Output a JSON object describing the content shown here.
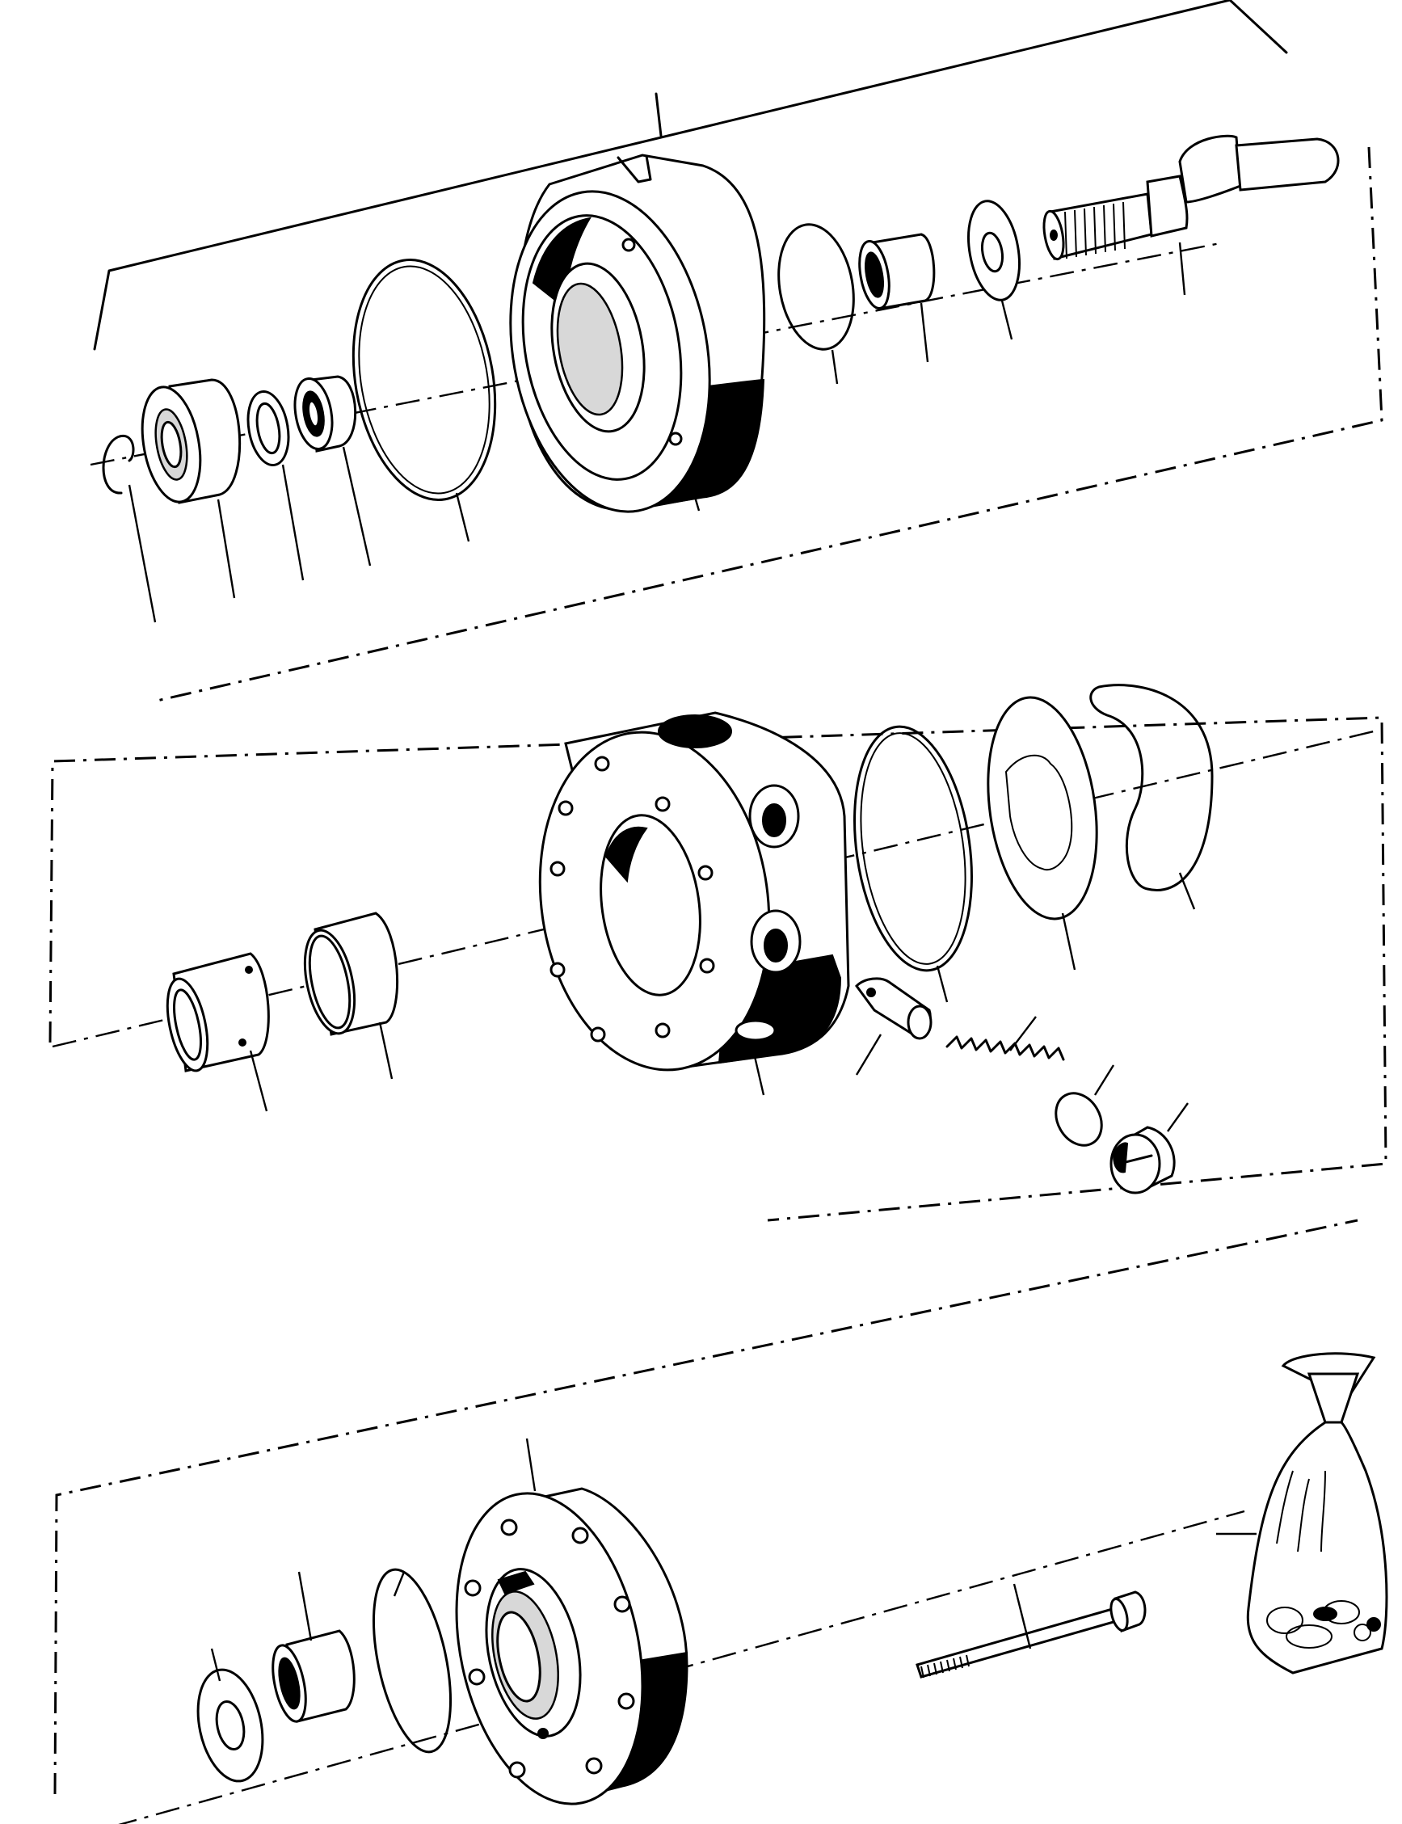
{
  "drawing": {
    "kind": "exploded parts view",
    "colors": {
      "ink": "#000000",
      "paper": "#ffffff"
    },
    "sections": [
      {
        "id": "upper-assembly",
        "parts": [
          "circlip",
          "ball-bearing",
          "washer",
          "needle-bearing-small",
          "o-ring-large",
          "front-housing",
          "o-ring-small",
          "needle-bearing",
          "thrust-washer",
          "drive-shaft"
        ]
      },
      {
        "id": "middle-assembly",
        "parts": [
          "bushing-1",
          "bushing-2",
          "center-housing",
          "seal-ring",
          "wear-plate",
          "kidney-seal",
          "relief-valve-sleeve",
          "relief-spring",
          "relief-o-ring",
          "relief-plug"
        ]
      },
      {
        "id": "lower-assembly",
        "parts": [
          "lower-washer",
          "lower-needle-bearing",
          "lower-o-ring",
          "end-cover",
          "cap-screw",
          "seal-kit-bag"
        ]
      }
    ]
  }
}
